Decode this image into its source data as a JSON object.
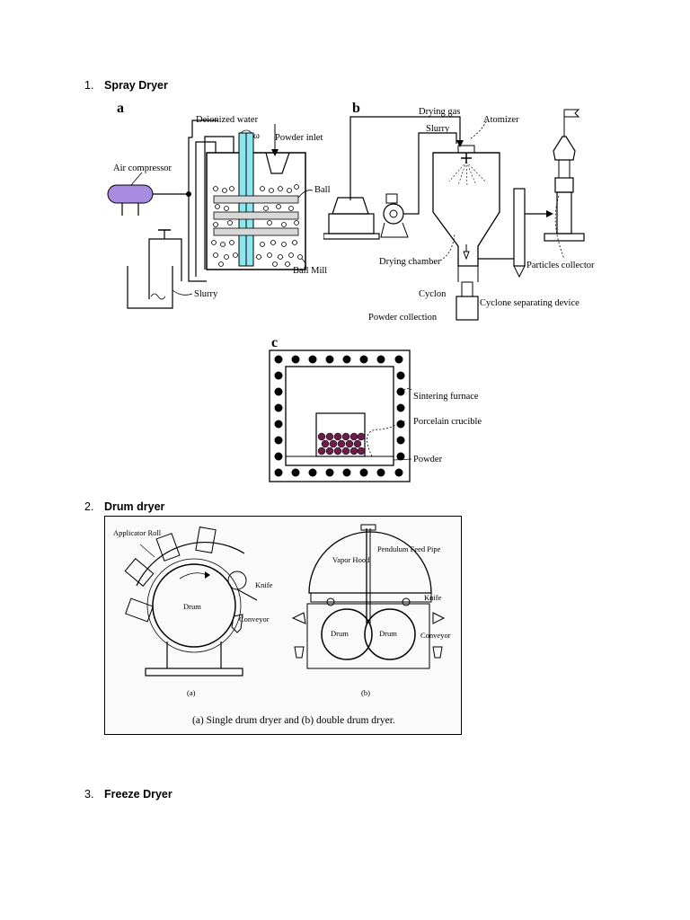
{
  "sections": [
    {
      "number": "1.",
      "title": "Spray Dryer"
    },
    {
      "number": "2.",
      "title": "Drum dryer"
    },
    {
      "number": "3.",
      "title": "Freeze Dryer"
    }
  ],
  "fig_a": {
    "panel": "a",
    "labels": {
      "deionized_water": "Deionized water",
      "omega": "ω",
      "powder_inlet": "Powder inlet",
      "air_compressor": "Air compressor",
      "ball": "Ball",
      "slurry": "Slurry",
      "ball_mill": "Ball Mill"
    }
  },
  "fig_b": {
    "panel": "b",
    "labels": {
      "drying_gas": "Drying gas",
      "atomizer": "Atomizer",
      "slurry": "Slurry",
      "drying_chamber": "Drying chamber",
      "particles_collector": "Particles collector",
      "cyclon": "Cyclon",
      "cyclone_separating_device": "Cyclone separating device",
      "powder_collection": "Powder collection"
    }
  },
  "fig_c": {
    "panel": "c",
    "labels": {
      "sintering_furnace": "Sintering furnace",
      "porcelain_crucible": "Porcelain crucible",
      "powder": "Powder"
    }
  },
  "drum_figure": {
    "labels": {
      "applicator_roll": "Applicator Roll",
      "drum": "Drum",
      "knife": "Knife",
      "conveyor": "Conveyor",
      "sub_a": "(a)",
      "vapor_hood": "Vapor Hood",
      "pendulum_feed_pipe": "Pendulum Feed Pipe",
      "drum_left": "Drum",
      "drum_right": "Drum",
      "knife_b": "Knife",
      "conveyor_b": "Conveyor",
      "sub_b": "(b)"
    },
    "caption": "(a) Single drum dryer and (b) double drum dryer."
  },
  "colors": {
    "capsule": "#a78be0",
    "shaft": "#8ee6f0",
    "powder_balls": "#6b1d4a"
  }
}
